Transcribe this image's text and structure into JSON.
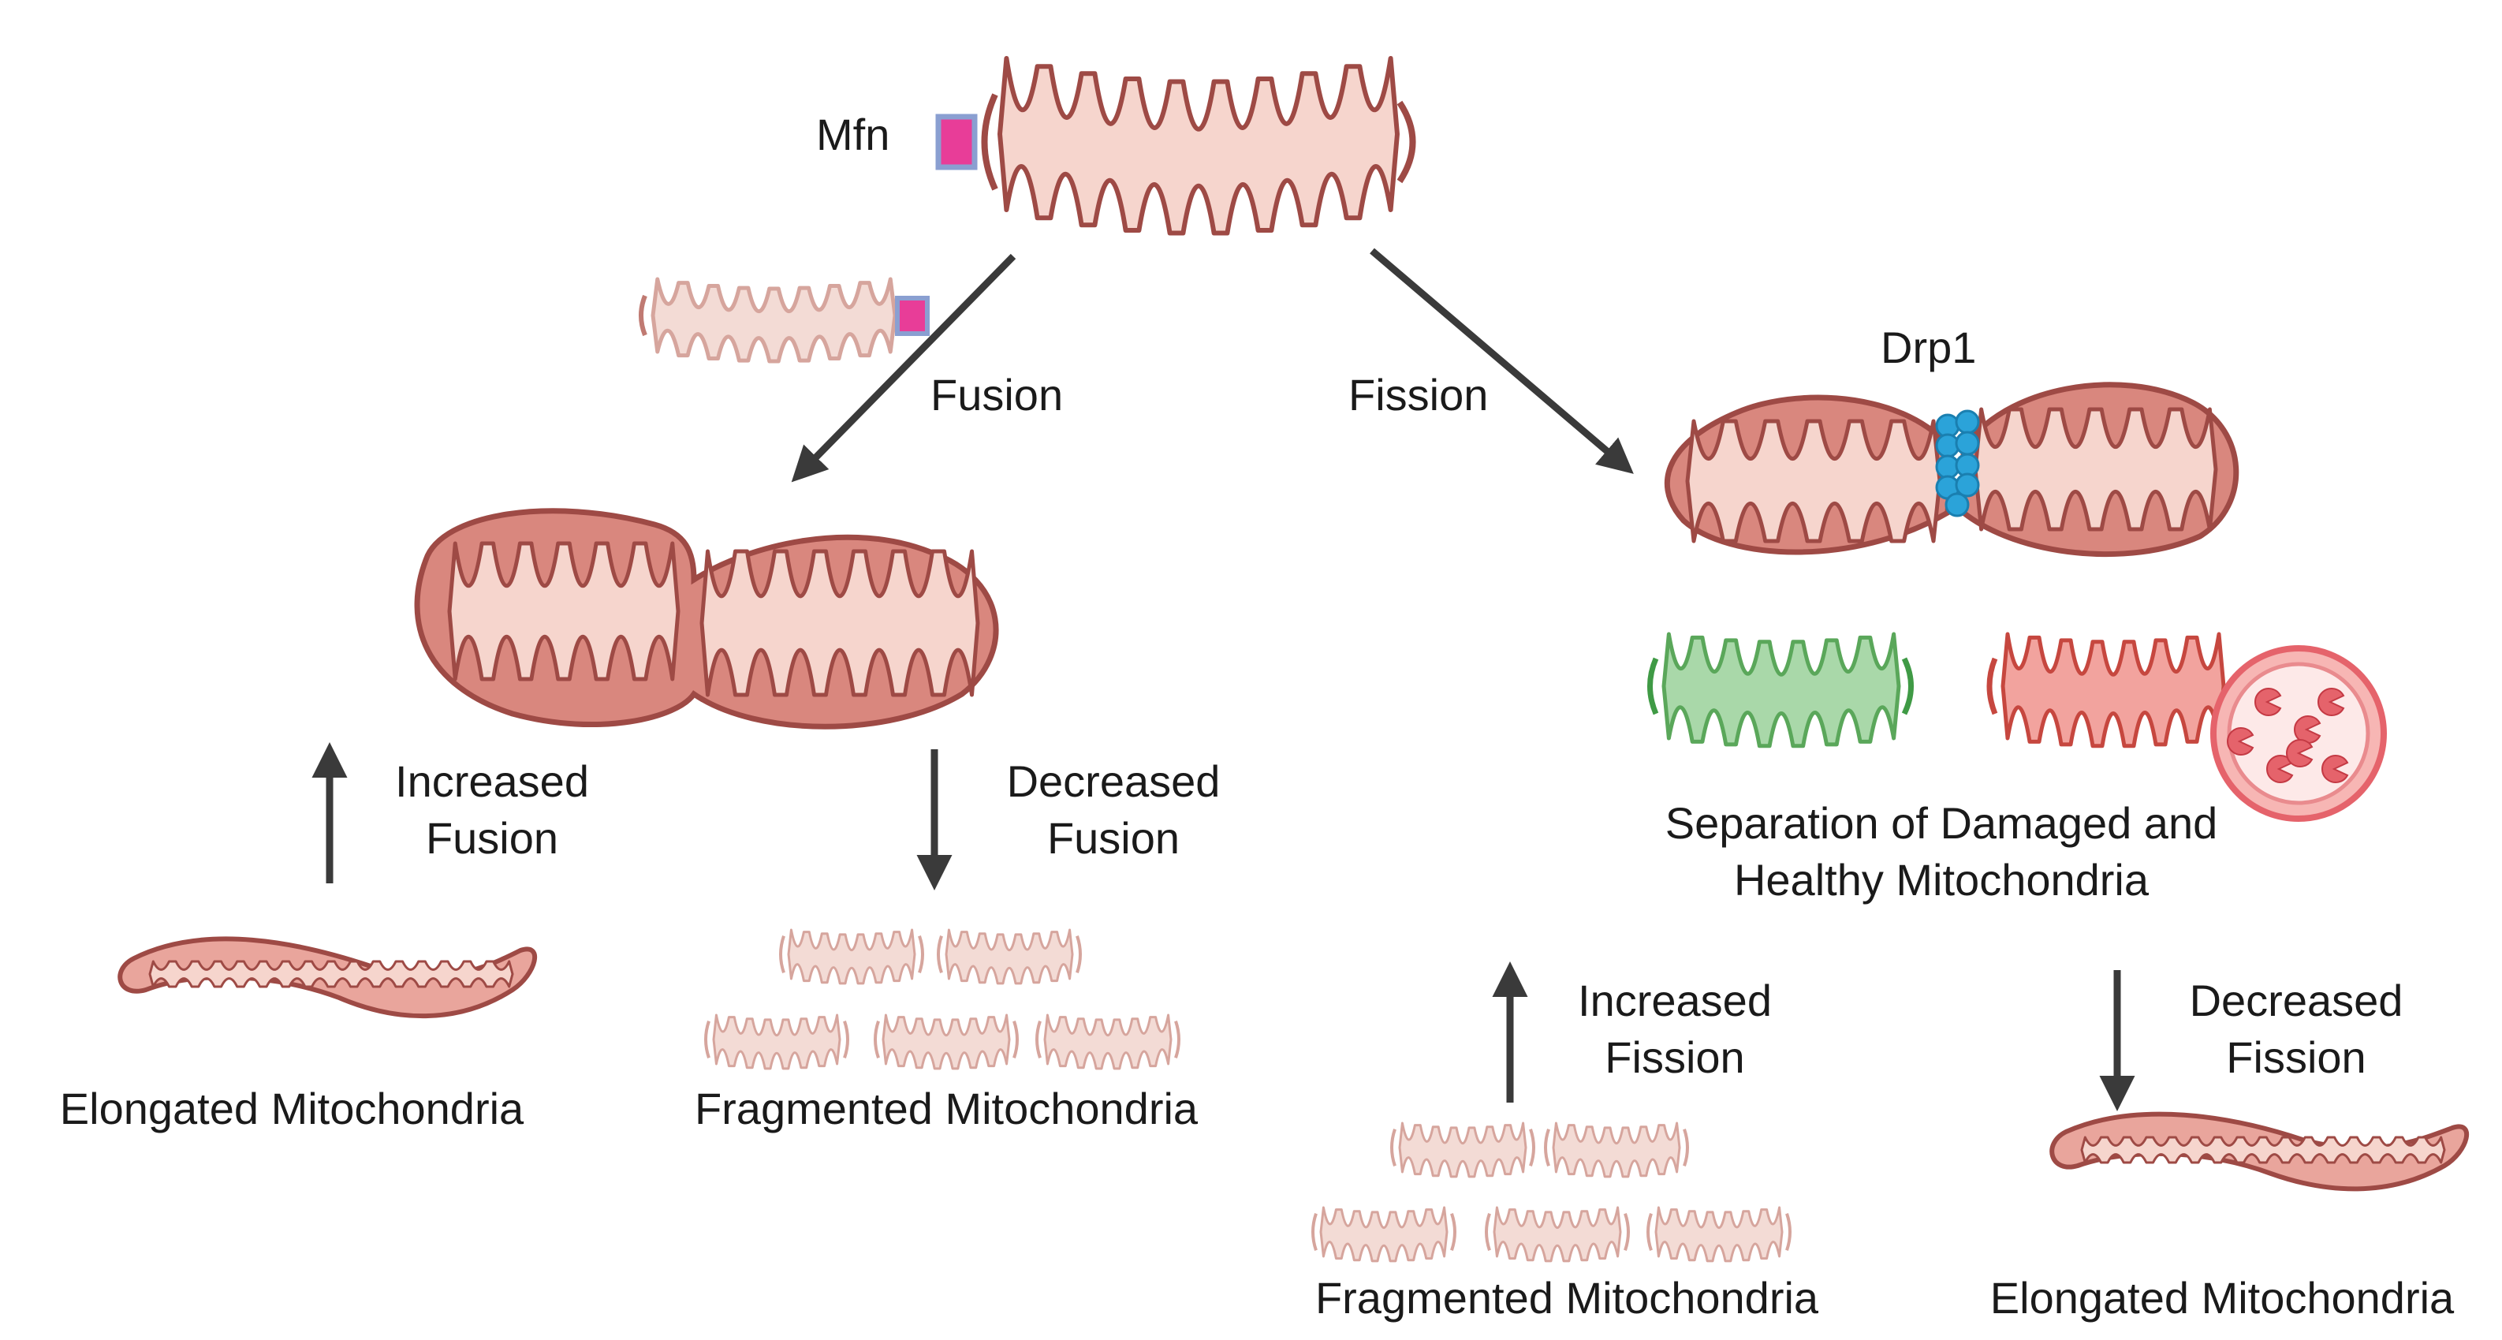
{
  "labels": {
    "mfn": "Mfn",
    "drp1": "Drp1",
    "fusion": "Fusion",
    "fission": "Fission",
    "increased_fusion": [
      "Increased",
      "Fusion"
    ],
    "decreased_fusion": [
      "Decreased",
      "Fusion"
    ],
    "increased_fission": [
      "Increased",
      "Fission"
    ],
    "decreased_fission": [
      "Decreased",
      "Fission"
    ],
    "elongated_left": "Elongated Mitochondria",
    "fragmented_left": "Fragmented Mitochondria",
    "separation": [
      "Separation of Damaged and",
      "Healthy Mitochondria"
    ],
    "fragmented_right": "Fragmented Mitochondria",
    "elongated_right": "Elongated Mitochondria"
  },
  "colors": {
    "outer_membrane": "#9e4a45",
    "mito_fill": "#d9877e",
    "matrix_fill": "#f6d5cd",
    "faded_fill": "#f3dbd5",
    "faded_stroke": "#d6a59d",
    "healthy_fill": "#a9d8a9",
    "healthy_stroke": "#5aa75a",
    "damaged_fill": "#f2a39e",
    "mfn_fill": "#e83d98",
    "mfn_border": "#8a9fd1",
    "drp1": "#2ba3d9",
    "lysosome": "#e5636b",
    "arrow": "#3a3a3a"
  }
}
